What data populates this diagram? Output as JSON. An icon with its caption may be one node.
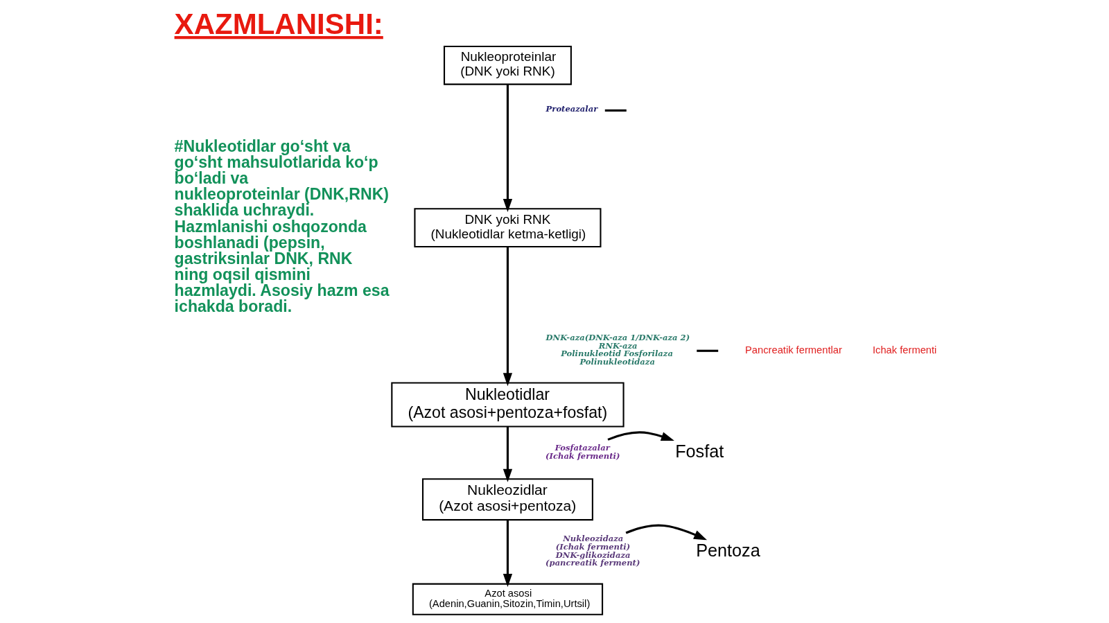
{
  "diagram": {
    "title": "XAZMLANISHI:",
    "nodes": [
      {
        "text": [
          "Nukleoproteinlar",
          "(DNK yoki RNK)"
        ]
      },
      {
        "text": [
          "DNK yoki RNK",
          "(Nukleotidlar ketma-ketligi)"
        ]
      },
      {
        "text": [
          "Nukleotidlar",
          "(Azot asosi+pentoza+fosfat)"
        ]
      },
      {
        "text": [
          "Nukleozidlar",
          "(Azot asosi+pentoza)"
        ]
      },
      {
        "text": [
          "Azot asosi",
          "(Adenin,Guanin,Sitozin,Timin,Urtsil)"
        ]
      },
      {
        "text": [
          "Proteazalar"
        ]
      },
      {
        "text": [
          "DNK-aza(DNK-aza 1/DNK-aza 2)",
          "RNK-aza",
          "Polinukleotid Fosforilaza",
          "Polinukleotidaza"
        ]
      },
      {
        "text": [
          "Fosfatazalar",
          "(Ichak fermenti)"
        ]
      },
      {
        "text": [
          "Fosfat"
        ]
      },
      {
        "text": [
          "Nukleozidaza",
          "(Ichak fermenti)",
          "DNK-glikozidaza",
          "(pancreatik ferment)"
        ]
      },
      {
        "text": [
          "Pentoza"
        ]
      }
    ],
    "edges": [
      {
        "from": 0,
        "to": 1,
        "arrow": "to"
      },
      {
        "from": 1,
        "to": 2,
        "arrow": "to"
      },
      {
        "from": 2,
        "to": 3,
        "arrow": "to"
      },
      {
        "from": 3,
        "to": 4,
        "arrow": "to"
      },
      {
        "from": 5,
        "to": null,
        "arrow": "none"
      },
      {
        "from": 6,
        "to": null,
        "arrow": "none"
      },
      {
        "from": 7,
        "to": 8,
        "arrow": "to"
      },
      {
        "from": 9,
        "to": 10,
        "arrow": "to"
      }
    ],
    "labels": [
      "#Nukleotidlar go‘sht va go‘sht mahsulotlarida ko‘p bo‘ladi va nukleoproteinlar (DNK,RNK) shaklida uchraydi. Hazmlanishi oshqozonda boshlanadi (pepsin, gastriksinlar DNK, RNK ning oqsil qismini hazmlaydi. Asosiy hazm esa ichakda boradi.",
      "Pancreatik fermentlar",
      "Ichak fermenti"
    ]
  }
}
